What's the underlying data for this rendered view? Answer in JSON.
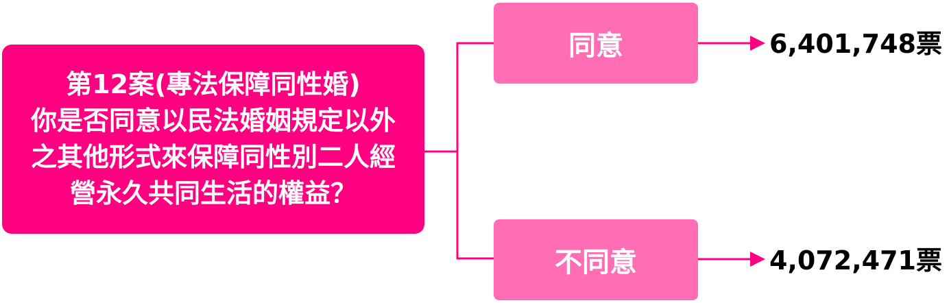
{
  "question": {
    "lines": [
      "第12案(專法保障同性婚)",
      "你是否同意以民法婚姻規定以外",
      "之其他形式來保障同性別二人經",
      "營永久共同生活的權益？"
    ]
  },
  "answers": {
    "agree": {
      "label": "同意",
      "votes": "6,401,748票"
    },
    "disagree": {
      "label": "不同意",
      "votes": "4,072,471票"
    }
  },
  "colors": {
    "question_box": "#ff0080",
    "answer_box": "#ff6eb4",
    "connector": "#ff0080",
    "vote_text": "#000000",
    "box_text": "#ffffff"
  }
}
